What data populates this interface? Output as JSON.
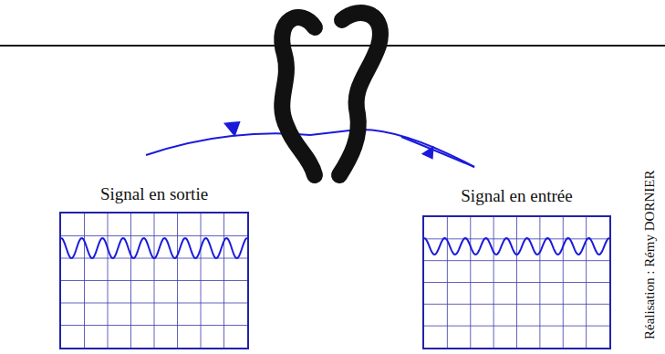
{
  "diagram": {
    "nodes": [
      {
        "text": [
          "Signal en sortie"
        ]
      },
      {
        "text": [
          "Signal en entrée"
        ]
      }
    ],
    "labels": [
      "Réalisation : Rémy DORNIER"
    ]
  }
}
